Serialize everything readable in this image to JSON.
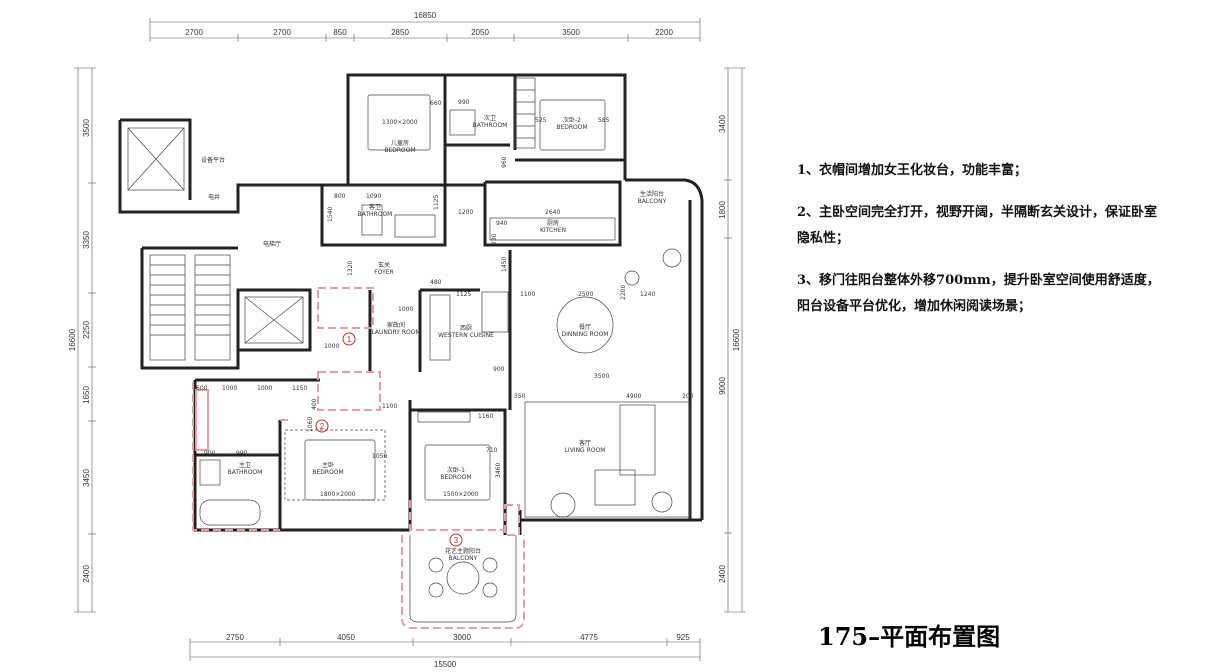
{
  "plan": {
    "overall_top": "16850",
    "overall_bottom": "15500",
    "overall_left": "16600",
    "overall_right": "16600",
    "top_dims": [
      "2700",
      "2700",
      "850",
      "2850",
      "2050",
      "3500",
      "2200"
    ],
    "bottom_dims": [
      "2750",
      "4050",
      "3000",
      "4775",
      "925"
    ],
    "left_dims": [
      "3500",
      "3350",
      "2250",
      "1650",
      "3450",
      "2400"
    ],
    "right_dims": [
      "3400",
      "1800",
      "9000",
      "2400"
    ],
    "rooms": {
      "guest_room": {
        "cn": "儿童房",
        "en": "BEDROOM"
      },
      "sub_bath": {
        "cn": "次卫",
        "en": "BATHROOM"
      },
      "bedroom2": {
        "cn": "次卧-2",
        "en": "BEDROOM"
      },
      "kitchen": {
        "cn": "厨房",
        "en": "KITCHEN"
      },
      "balcony_top": {
        "cn": "生活阳台",
        "en": "BALCONY"
      },
      "guest_bath": {
        "cn": "客卫",
        "en": "BATHROOM"
      },
      "foyer": {
        "cn": "玄关",
        "en": "FOYER"
      },
      "elevator_hall": {
        "cn": "电梯厅"
      },
      "laundry": {
        "cn": "家政间",
        "en": "LAUNDRY ROOM"
      },
      "western": {
        "cn": "西厨",
        "en": "WESTERN CUISINE"
      },
      "dining": {
        "cn": "餐厅",
        "en": "DINNING ROOM"
      },
      "living": {
        "cn": "客厅",
        "en": "LIVING ROOM"
      },
      "master_bath": {
        "cn": "主卫",
        "en": "BATHROOM"
      },
      "master_bed": {
        "cn": "主卧",
        "en": "BEDROOM"
      },
      "bedroom1": {
        "cn": "次卧-1",
        "en": "BEDROOM"
      },
      "balcony_bottom": {
        "cn": "花艺主题阳台",
        "en": "BALCONY"
      },
      "equipment": {
        "cn": "设备平台"
      },
      "elec": {
        "cn": "电井"
      }
    },
    "inner_dims": [
      "660",
      "990",
      "525",
      "585",
      "960",
      "1090",
      "1125",
      "1200",
      "2640",
      "940",
      "1320",
      "480",
      "1125",
      "1100",
      "2500",
      "1240",
      "2200",
      "1000",
      "1000",
      "900",
      "3500",
      "4900",
      "350",
      "200",
      "1000",
      "1000",
      "1150",
      "1100",
      "1160",
      "710",
      "1050",
      "900",
      "990",
      "1060",
      "3460",
      "1450",
      "1800×2000",
      "1500×2000",
      "1300×2000",
      "230",
      "800",
      "1540",
      "600",
      "400"
    ],
    "markers": [
      "1",
      "2",
      "3"
    ]
  },
  "notes": [
    "1、衣帽间增加女王化妆台，功能丰富；",
    "2、主卧空间完全打开，视野开阔，半隔断玄关设计，保证卧室隐私性；",
    "3、移门往阳台整体外移700mm，提升卧室空间使用舒适度，阳台设备平台优化，增加休闲阅读场景；"
  ],
  "title": "175–平面布置图",
  "colors": {
    "wall": "#222222",
    "markup": "#e0a0a8",
    "marker": "#c0302a",
    "line": "#555555"
  }
}
